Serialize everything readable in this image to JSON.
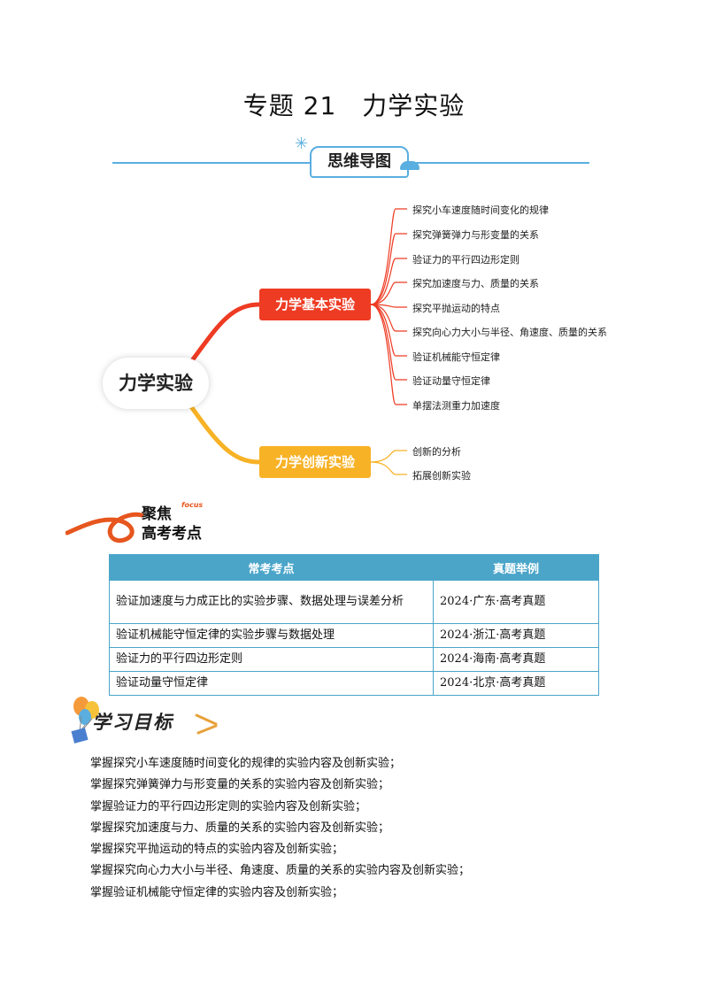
{
  "title": "专题 21　力学实验",
  "mindmap": {
    "header": "思维导图",
    "root": "力学实验",
    "branches": [
      {
        "label": "力学基本实验",
        "color": "#ee3b23",
        "items": [
          "探究小车速度随时间变化的规律",
          "探究弹簧弹力与形变量的关系",
          "验证力的平行四边形定则",
          "探究加速度与力、质量的关系",
          "探究平抛运动的特点",
          "探究向心力大小与半径、角速度、质量的关系",
          "验证机械能守恒定律",
          "验证动量守恒定律",
          "单摆法测重力加速度"
        ]
      },
      {
        "label": "力学创新实验",
        "color": "#f7b226",
        "items": [
          "创新的分析",
          "拓展创新实验"
        ]
      }
    ]
  },
  "focus": {
    "line1": "聚焦",
    "line2": "高考考点",
    "en": "focus"
  },
  "table": {
    "headers": [
      "常考考点",
      "真题举例"
    ],
    "rows": [
      [
        "验证加速度与力成正比的实验步骤、数据处理与误差分析",
        "2024·广东·高考真题"
      ],
      [
        "验证机械能守恒定律的实验步骤与数据处理",
        "2024·浙江·高考真题"
      ],
      [
        "验证力的平行四边形定则",
        "2024·海南·高考真题"
      ],
      [
        "验证动量守恒定律",
        "2024·北京·高考真题"
      ]
    ]
  },
  "goals": {
    "header": "学习目标",
    "items": [
      "掌握探究小车速度随时间变化的规律的实验内容及创新实验；",
      "掌握探究弹簧弹力与形变量的关系的实验内容及创新实验；",
      "掌握验证力的平行四边形定则的实验内容及创新实验；",
      "掌握探究加速度与力、质量的关系的实验内容及创新实验；",
      "掌握探究平抛运动的特点的实验内容及创新实验；",
      "掌握探究向心力大小与半径、角速度、质量的关系的实验内容及创新实验；",
      "掌握验证机械能守恒定律的实验内容及创新实验；"
    ]
  },
  "colors": {
    "accent_blue": "#5aaee0",
    "table_header": "#4aa5c9",
    "branch_red": "#ee3b23",
    "branch_yellow": "#f7b226"
  }
}
